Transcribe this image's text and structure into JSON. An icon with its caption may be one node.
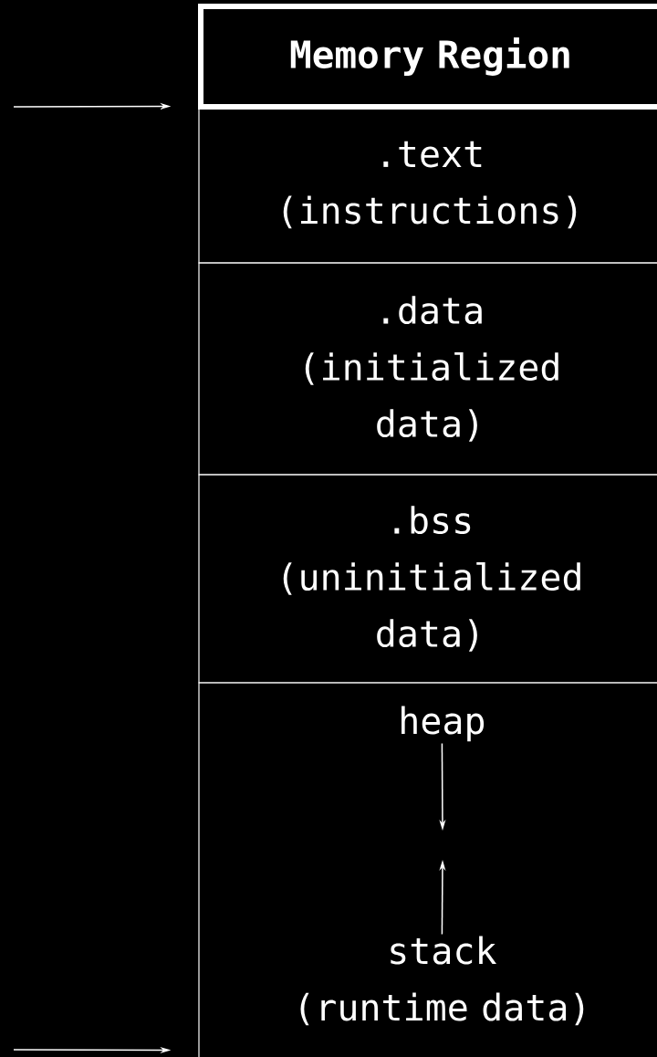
{
  "diagram": {
    "nodes": [
      {
        "text": [
          "Memory Region"
        ]
      },
      {
        "text": [
          ".text",
          "(instructions)"
        ]
      },
      {
        "text": [
          ".data",
          "(initialized data)"
        ]
      },
      {
        "text": [
          ".bss",
          "(uninitialized data)"
        ]
      },
      {
        "text": [],
        "shape": "box"
      },
      {
        "text": [
          "heap"
        ],
        "in": 4
      },
      {
        "text": [
          "stack",
          "(runtime data)"
        ],
        "in": 4
      }
    ],
    "edges": [
      {
        "from": null,
        "to": 1,
        "arrow": "to"
      },
      {
        "from": null,
        "to": 4,
        "arrow": "to"
      },
      {
        "from": 5,
        "to": null,
        "arrow": "to"
      },
      {
        "from": 6,
        "to": null,
        "arrow": "to"
      }
    ]
  }
}
